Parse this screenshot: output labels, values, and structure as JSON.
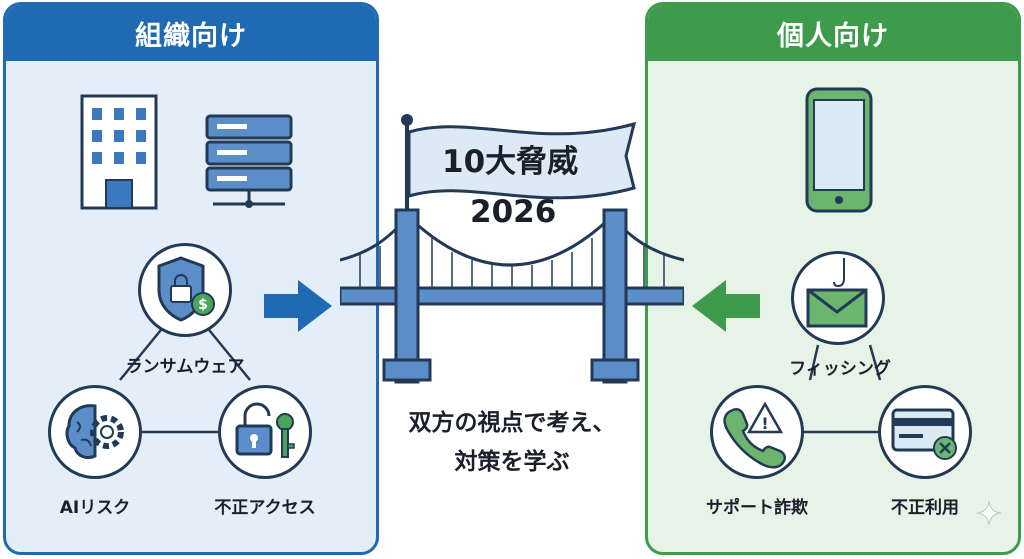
{
  "left_panel": {
    "title": "組織向け",
    "threats": [
      "ランサムウェア",
      "AIリスク",
      "不正アクセス"
    ]
  },
  "right_panel": {
    "title": "個人向け",
    "threats": [
      "フィッシング",
      "サポート詐欺",
      "不正利用"
    ]
  },
  "flag": {
    "title": "10大脅威",
    "year": "2026"
  },
  "caption": {
    "line1": "双方の視点で考え、",
    "line2": "対策を学ぶ"
  },
  "colors": {
    "org_blue": "#1f6ab3",
    "individual_green": "#3e9b4c",
    "dark_navy": "#233a56"
  },
  "icons": [
    "building-icon",
    "server-icon",
    "shield-lock-icon",
    "brain-gear-icon",
    "unlocked-padlock-key-icon",
    "smartphone-icon",
    "phishing-mail-icon",
    "phone-warning-icon",
    "credit-card-x-icon",
    "bridge-icon",
    "sparkle-icon"
  ]
}
